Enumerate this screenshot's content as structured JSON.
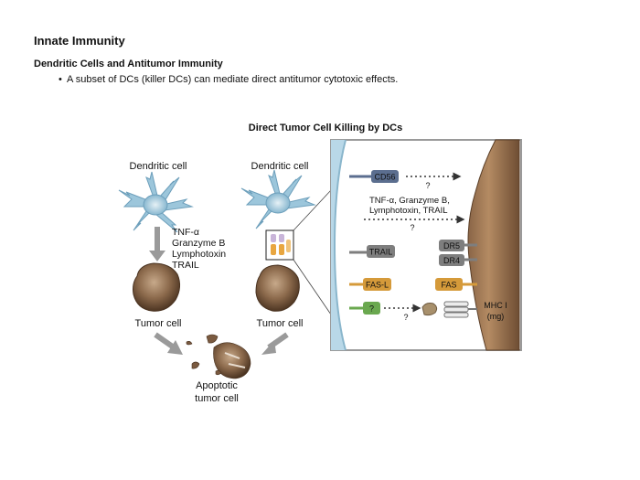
{
  "slide": {
    "title": "Innate Immunity",
    "subtitle": "Dendritic Cells and Antitumor Immunity",
    "bullet": "A subset of DCs (killer DCs) can mediate direct antitumor cytotoxic effects."
  },
  "figure": {
    "title": "Direct Tumor Cell Killing by DCs",
    "left_panel": {
      "dc_label_1": "Dendritic cell",
      "dc_label_2": "Dendritic cell",
      "factors": [
        "TNF-α",
        "Granzyme B",
        "Lymphotoxin",
        "TRAIL"
      ],
      "tumor_label_1": "Tumor cell",
      "tumor_label_2": "Tumor cell",
      "apoptotic_label": [
        "Apoptotic",
        "tumor cell"
      ]
    },
    "inset": {
      "cd56": "CD56",
      "q1": "?",
      "soluble": [
        "TNF-α, Granzyme B,",
        "Lymphotoxin, TRAIL"
      ],
      "q2": "?",
      "trail": "TRAIL",
      "dr5": "DR5",
      "dr4": "DR4",
      "fasl": "FAS-L",
      "fas": "FAS",
      "unknown": "?",
      "q3": "?",
      "mhc": "MHC I",
      "mhc_sub": "(mg)"
    },
    "colors": {
      "dc_blue": "#7fb2cc",
      "membrane_blue": "#b9d8e8",
      "tumor_brown": "#7a5a40",
      "cd56_slate": "#5b6e8f",
      "receptor_gray": "#7e7e7e",
      "fas_orange": "#d59a3a",
      "unknown_green": "#6aa84f",
      "arrow_gray": "#9a9a9a"
    }
  }
}
